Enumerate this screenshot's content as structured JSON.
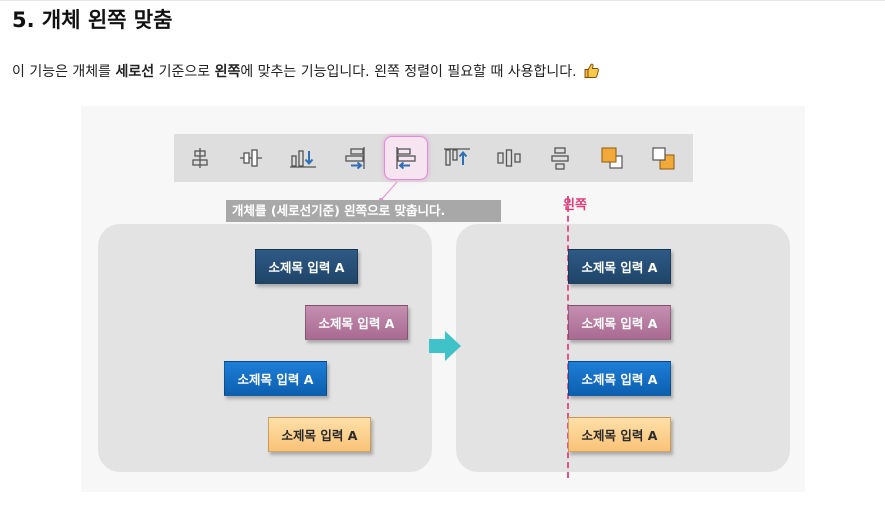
{
  "heading": "5. 개체 왼쪽 맞춤",
  "description": {
    "part1": "이 기능은 개체를 ",
    "bold1": "세로선",
    "part2": " 기준으로 ",
    "bold2": "왼쪽",
    "part3": "에 맞추는 기능입니다. 왼쪽 정렬이 필요할 때 사용합니다.",
    "emoji_icon": "thumbs-up-icon"
  },
  "figure": {
    "toolbar": {
      "icons": [
        "align-center-horizontal-icon",
        "align-middle-vertical-icon",
        "align-bottom-icon",
        "align-right-icon",
        "align-left-icon",
        "align-top-icon",
        "distribute-horizontal-icon",
        "distribute-vertical-icon",
        "bring-to-front-icon",
        "send-to-back-icon"
      ],
      "active_icon": "align-left-icon"
    },
    "tooltip": "개체를 (세로선기준) 왼쪽으로 맞춥니다.",
    "guide_label": "왼쪽",
    "arrow_icon": "right-arrow-icon",
    "box_label": "소제목 입력 A",
    "colors": {
      "navy": "#27527a",
      "mauve": "#b97ea2",
      "blue": "#1572c9",
      "peach": "#fcd394",
      "guide": "#e2558c",
      "arrow": "#3fc2c8",
      "highlight": "#e58ad6"
    },
    "before_boxes": [
      {
        "label": "소제목 입력 A",
        "color": "navy"
      },
      {
        "label": "소제목 입력 A",
        "color": "mauve"
      },
      {
        "label": "소제목 입력 A",
        "color": "blue"
      },
      {
        "label": "소제목 입력 A",
        "color": "peach"
      }
    ],
    "after_boxes": [
      {
        "label": "소제목 입력 A",
        "color": "navy"
      },
      {
        "label": "소제목 입력 A",
        "color": "mauve"
      },
      {
        "label": "소제목 입력 A",
        "color": "blue"
      },
      {
        "label": "소제목 입력 A",
        "color": "peach"
      }
    ]
  }
}
